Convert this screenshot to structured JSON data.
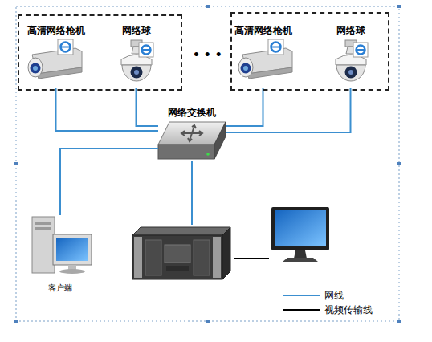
{
  "diagram": {
    "nodes": [
      {
        "text": []
      },
      {
        "text": [
          "高清网络枪机"
        ],
        "in": 0
      },
      {
        "text": [
          "网络球"
        ],
        "in": 0
      },
      {
        "text": []
      },
      {
        "text": [
          "高清网络枪机"
        ],
        "in": 3
      },
      {
        "text": [
          "网络球"
        ],
        "in": 3
      },
      {
        "text": [
          "网络交换机"
        ]
      },
      {
        "text": [
          "客户端"
        ]
      },
      {
        "text": []
      },
      {
        "text": []
      }
    ],
    "edges": [
      {
        "from": 1,
        "to": 6,
        "arrow": "none"
      },
      {
        "from": 2,
        "to": 6,
        "arrow": "none"
      },
      {
        "from": 4,
        "to": 6,
        "arrow": "none"
      },
      {
        "from": 5,
        "to": 6,
        "arrow": "none"
      },
      {
        "from": 6,
        "to": 7,
        "arrow": "none"
      },
      {
        "from": 6,
        "to": 8,
        "arrow": "none"
      },
      {
        "from": 8,
        "to": 9,
        "arrow": "none"
      }
    ],
    "labels": [
      "• • •"
    ],
    "legend": [
      {
        "text": "网线"
      },
      {
        "text": "视频传输线"
      }
    ]
  }
}
